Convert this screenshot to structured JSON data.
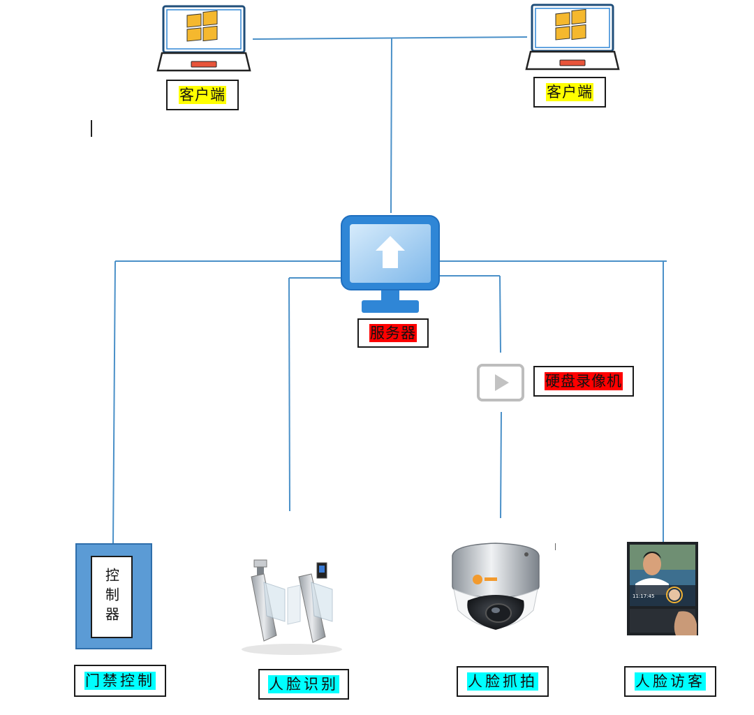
{
  "diagram": {
    "clients": [
      {
        "label": "客户端"
      },
      {
        "label": "客户端"
      }
    ],
    "server": {
      "label": "服务器"
    },
    "nvr": {
      "label": "硬盘录像机"
    },
    "controller": {
      "label": "控制器"
    },
    "endpoints": [
      {
        "label": "门禁控制"
      },
      {
        "label": "人脸识别"
      },
      {
        "label": "人脸抓拍"
      },
      {
        "label": "人脸访客"
      }
    ],
    "visitor_screen": {
      "time": "11:17:45"
    }
  },
  "colors": {
    "line": "#4a90c8",
    "highlight_yellow": "#ffff00",
    "highlight_red": "#ff0000",
    "highlight_cyan": "#00ffff",
    "controller_fill": "#5b9bd5",
    "monitor_blue": "#2f86d6"
  },
  "icons": [
    "windows-laptop-icon",
    "server-monitor-icon",
    "play-icon",
    "dome-camera-icon",
    "turnstile-icon",
    "face-terminal-icon"
  ]
}
